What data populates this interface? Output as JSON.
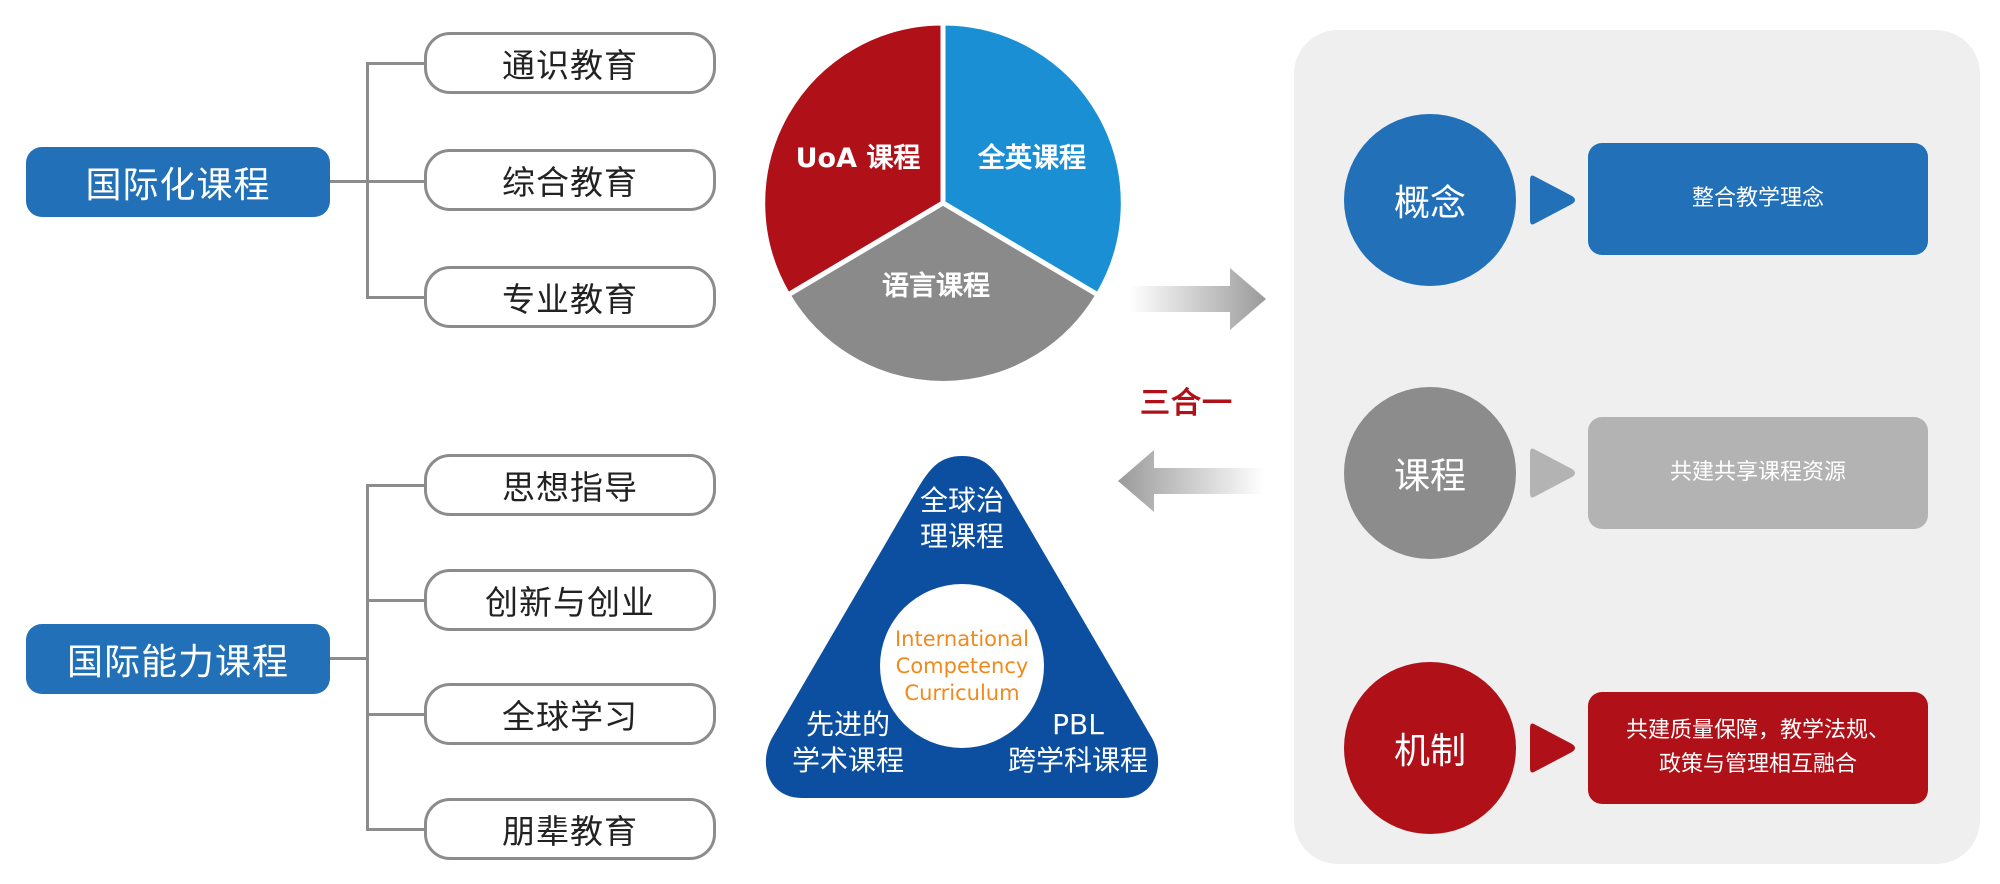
{
  "left": {
    "top_group": {
      "label": "国际化课程",
      "items": [
        "通识教育",
        "综合教育",
        "专业教育"
      ]
    },
    "bottom_group": {
      "label": "国际能力课程",
      "items": [
        "思想指导",
        "创新与创业",
        "全球学习",
        "朋辈教育"
      ]
    }
  },
  "pie": {
    "segments": [
      {
        "label": "UoA 课程",
        "color": "#b01018"
      },
      {
        "label": "全英课程",
        "color": "#1a8fd4"
      },
      {
        "label": "语言课程",
        "color": "#8a8a8a"
      }
    ]
  },
  "triangle": {
    "top_label_line1": "全球治",
    "top_label_line2": "理课程",
    "left_label_line1": "先进的",
    "left_label_line2": "学术课程",
    "right_label_line1": "PBL",
    "right_label_line2": "跨学科课程",
    "center_line1": "International",
    "center_line2": "Competency",
    "center_line3": "Curriculum",
    "fill": "#0c4fa0",
    "center_text_color": "#f08a1c"
  },
  "middle": {
    "label": "三合一",
    "label_color": "#e31e24"
  },
  "right": {
    "rows": [
      {
        "circle": "概念",
        "box": "整合教学理念",
        "color": "#2170b8",
        "box_color": "#2170b8"
      },
      {
        "circle": "课程",
        "box": "共建共享课程资源",
        "color": "#8c8c8c",
        "box_color": "#b3b3b3"
      },
      {
        "circle": "机制",
        "box_line1": "共建质量保障，教学法规、",
        "box_line2": "政策与管理相互融合",
        "color": "#b01018",
        "box_color": "#b01018"
      }
    ]
  },
  "colors": {
    "root_blue": "#2170b8",
    "connector_gray": "#8c8c8c"
  }
}
